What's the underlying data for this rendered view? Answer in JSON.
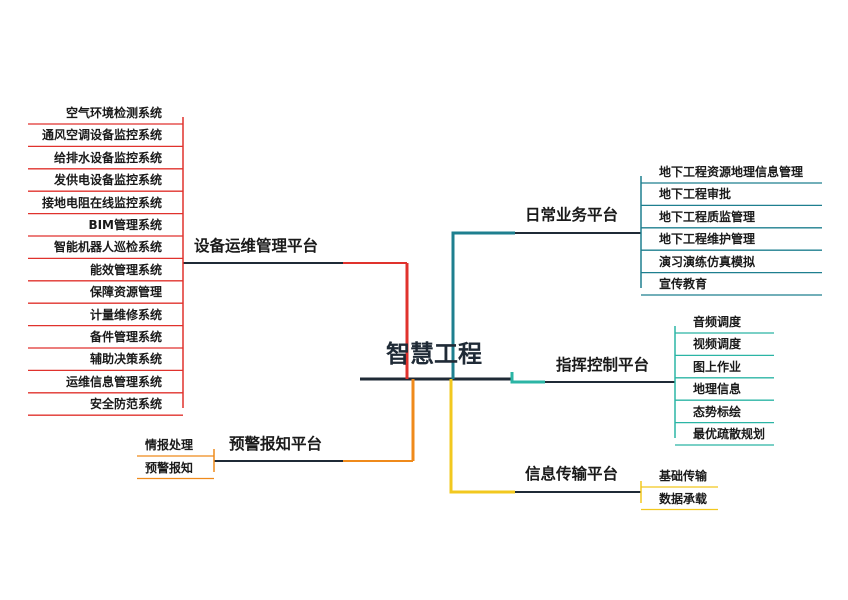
{
  "center": {
    "label": "智慧工程",
    "color": "#1f2a36"
  },
  "branches": [
    {
      "key": "equipment",
      "label": "设备运维管理平台",
      "color": "#e0322d",
      "side": "left",
      "leaves": [
        "空气环境检测系统",
        "通风空调设备监控系统",
        "给排水设备监控系统",
        "发供电设备监控系统",
        "接地电阻在线监控系统",
        "BIM管理系统",
        "智能机器人巡检系统",
        "能效管理系统",
        "保障资源管理",
        "计量维修系统",
        "备件管理系统",
        "辅助决策系统",
        "运维信息管理系统",
        "安全防范系统"
      ]
    },
    {
      "key": "warning",
      "label": "预警报知平台",
      "color": "#ef8a1b",
      "side": "left",
      "leaves": [
        "情报处理",
        "预警报知"
      ]
    },
    {
      "key": "daily",
      "label": "日常业务平台",
      "color": "#1e7f8f",
      "side": "right",
      "leaves": [
        "地下工程资源地理信息管理",
        "地下工程审批",
        "地下工程质监管理",
        "地下工程维护管理",
        "演习演练仿真模拟",
        "宣传教育"
      ]
    },
    {
      "key": "command",
      "label": "指挥控制平台",
      "color": "#2bb5a5",
      "side": "right",
      "leaves": [
        "音频调度",
        "视频调度",
        "图上作业",
        "地理信息",
        "态势标绘",
        "最优疏散规划"
      ]
    },
    {
      "key": "transmission",
      "label": "信息传输平台",
      "color": "#f2c81f",
      "side": "right",
      "leaves": [
        "基础传输",
        "数据承载"
      ]
    }
  ]
}
